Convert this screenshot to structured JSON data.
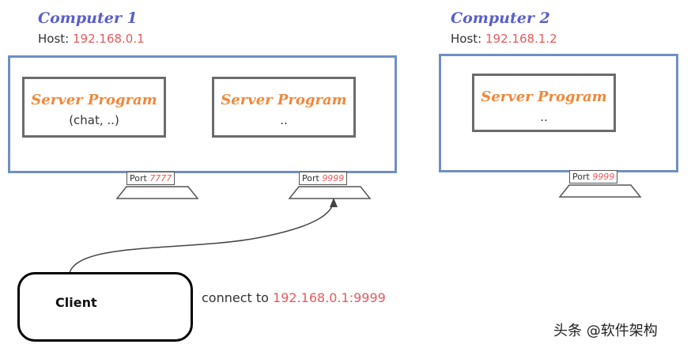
{
  "computers": [
    {
      "title": "Computer 1",
      "host_label": "Host:",
      "host_ip": "192.168.0.1",
      "servers": [
        {
          "title": "Server Program",
          "sub": "(chat, ..)",
          "port_label": "Port",
          "port_num": "7777"
        },
        {
          "title": "Server Program",
          "sub": "..",
          "port_label": "Port",
          "port_num": "9999"
        }
      ]
    },
    {
      "title": "Computer 2",
      "host_label": "Host:",
      "host_ip": "192.168.1.2",
      "servers": [
        {
          "title": "Server Program",
          "sub": "..",
          "port_label": "Port",
          "port_num": "9999"
        }
      ]
    }
  ],
  "client": {
    "label": "Client",
    "connect_text": "connect to",
    "connect_target": "192.168.0.1:9999"
  },
  "watermark": "头条 @软件架构",
  "colors": {
    "computer_title": "#5a5fc9",
    "ip": "#e8595c",
    "computer_border": "#6f8fc4",
    "server_title": "#f0883a",
    "server_border": "#6b6b6b"
  }
}
